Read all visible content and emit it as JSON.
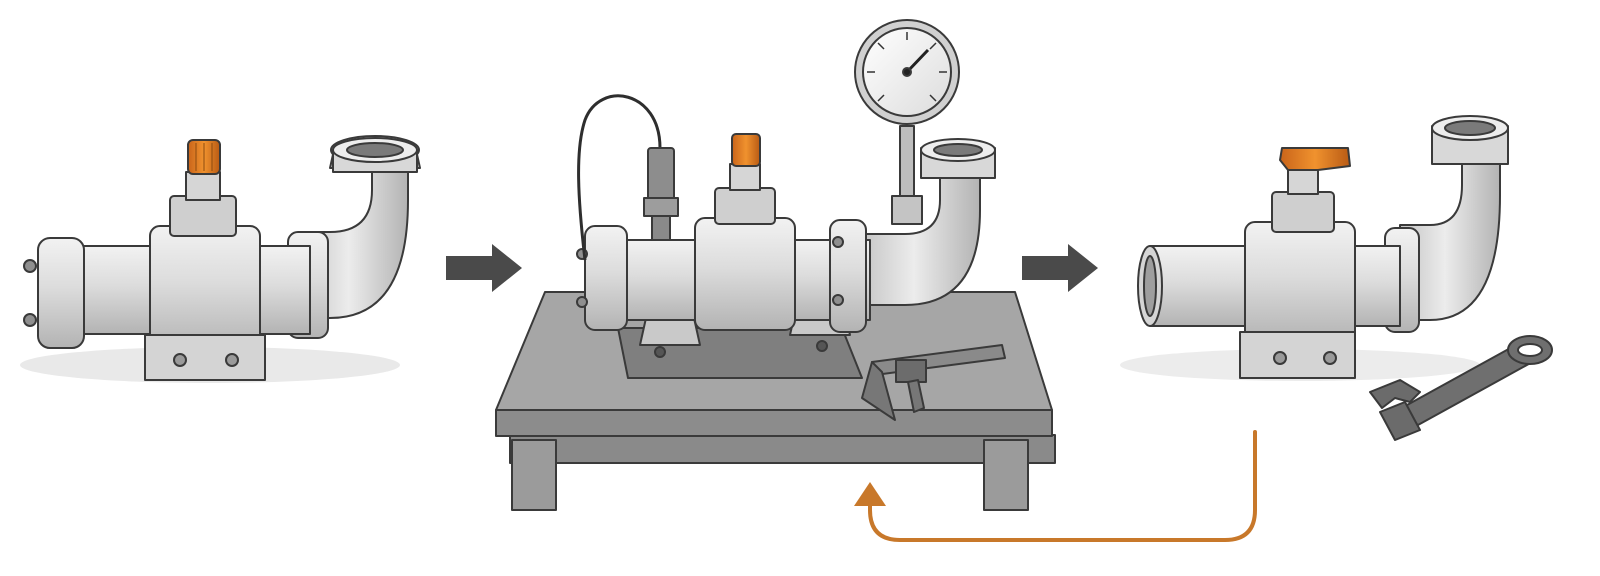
{
  "colors": {
    "metal": "#d9d9d9",
    "metal_light": "#ececec",
    "metal_dark": "#b5b5b5",
    "outline": "#3a3a3a",
    "knob_orange": "#e07a1f",
    "arrow_gray": "#4a4a4a",
    "return_arrow": "#c8782a",
    "table_top": "#9e9e9e",
    "table_side": "#7d7d7d",
    "tool_gray": "#6b6b6b"
  },
  "stages": [
    {
      "name": "original-valve-assembly",
      "icons": [
        "flanged-pipe-icon",
        "needle-valve-icon",
        "elbow-pipe-icon"
      ]
    },
    {
      "name": "test-bench",
      "icons": [
        "pressure-gauge-icon",
        "sensor-cable-icon",
        "caliper-icon",
        "table-icon"
      ]
    },
    {
      "name": "modified-valve-assembly",
      "icons": [
        "lever-valve-icon",
        "elbow-pipe-icon",
        "wrench-icon"
      ]
    }
  ],
  "flow": [
    {
      "from": "original-valve-assembly",
      "to": "test-bench",
      "icon": "right-arrow-icon"
    },
    {
      "from": "test-bench",
      "to": "modified-valve-assembly",
      "icon": "right-arrow-icon"
    },
    {
      "from": "modified-valve-assembly",
      "to": "test-bench",
      "icon": "feedback-loop-arrow-icon"
    }
  ]
}
